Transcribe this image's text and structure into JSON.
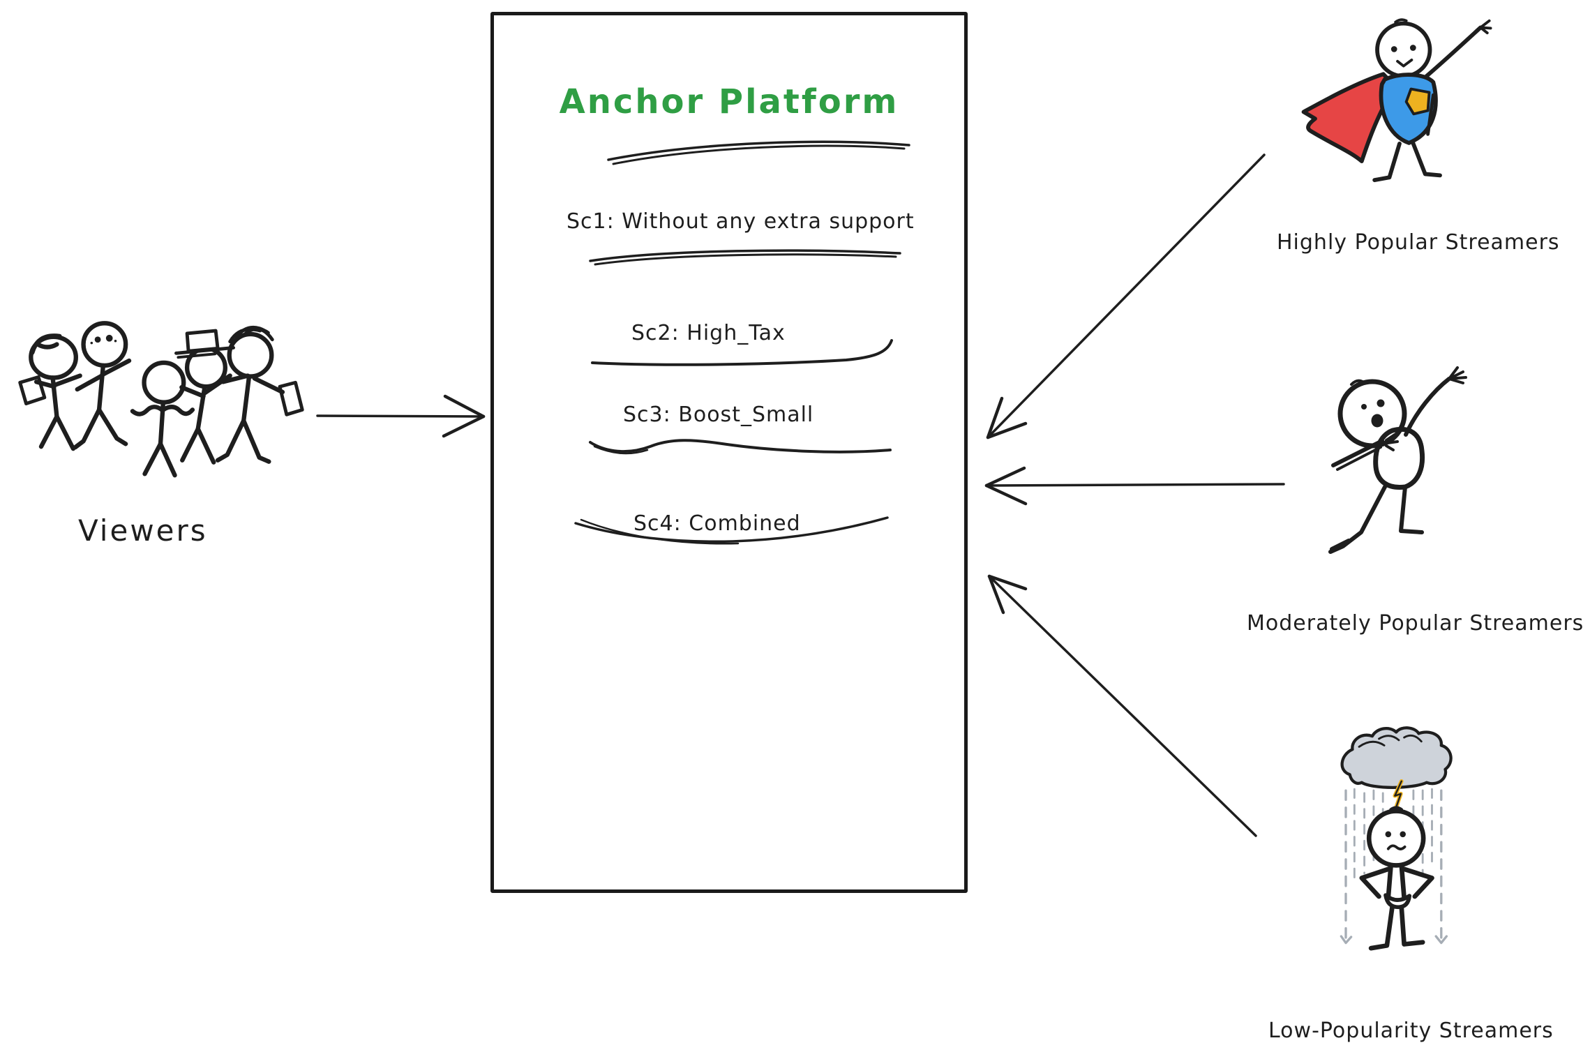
{
  "diagram": {
    "type": "hand-drawn flow diagram",
    "background": "#ffffff"
  },
  "colors": {
    "ink": "#1e1e1e",
    "title_green": "#2f9e44",
    "cape_red": "#e64545",
    "shield_blue": "#3d9ae8",
    "emblem_yellow": "#edb220",
    "cloud_gray": "#ced3da",
    "rain_gray": "#a6adb5"
  },
  "viewers": {
    "label": "Viewers",
    "figure": "crowd-of-five-stick-figures"
  },
  "platform": {
    "title": "Anchor Platform",
    "scenarios": [
      {
        "label": "Sc1: Without any extra support"
      },
      {
        "label": "Sc2: High_Tax"
      },
      {
        "label": "Sc3: Boost_Small"
      },
      {
        "label": "Sc4: Combined"
      }
    ]
  },
  "streamers": [
    {
      "label": "Highly Popular Streamers",
      "figure": "superhero-stick-figure-with-red-cape-and-blue-shield"
    },
    {
      "label": "Moderately Popular Streamers",
      "figure": "waving-stick-figure"
    },
    {
      "label": "Low-Popularity Streamers",
      "figure": "sad-stick-figure-under-rain-cloud-with-lightning"
    }
  ],
  "arrows": [
    {
      "name": "viewers-to-platform",
      "direction": "right"
    },
    {
      "name": "highly-popular-to-platform",
      "direction": "down-left"
    },
    {
      "name": "moderately-popular-to-platform",
      "direction": "left"
    },
    {
      "name": "low-popularity-to-platform",
      "direction": "up-left"
    }
  ]
}
